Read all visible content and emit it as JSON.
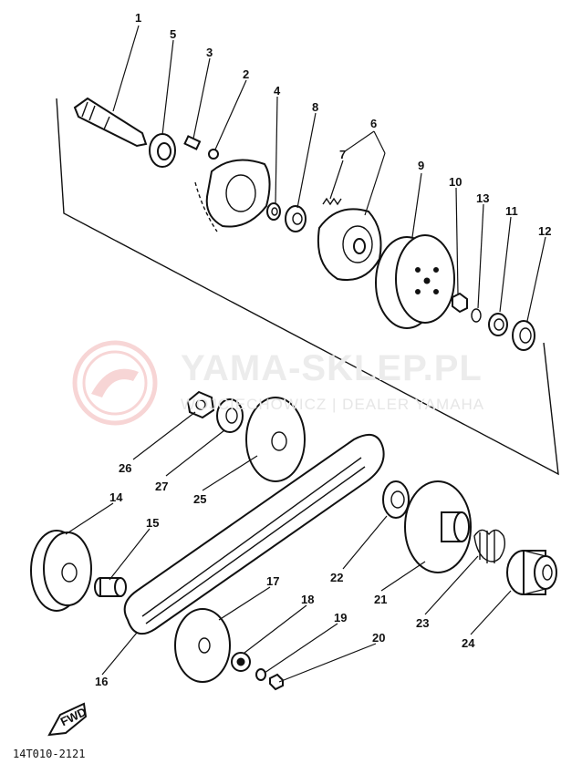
{
  "watermark": {
    "brand_title": "YAMA-SKLEP.PL",
    "brand_subtitle": "WOJCIECHOWICZ | DEALER YAMAHA"
  },
  "diagram_code": "14T010-2121",
  "fwd_label": "FWD",
  "callouts": [
    {
      "id": "1",
      "label": "1"
    },
    {
      "id": "2",
      "label": "2"
    },
    {
      "id": "3",
      "label": "3"
    },
    {
      "id": "4",
      "label": "4"
    },
    {
      "id": "5",
      "label": "5"
    },
    {
      "id": "6",
      "label": "6"
    },
    {
      "id": "7",
      "label": "7"
    },
    {
      "id": "8",
      "label": "8"
    },
    {
      "id": "9",
      "label": "9"
    },
    {
      "id": "10",
      "label": "10"
    },
    {
      "id": "11",
      "label": "11"
    },
    {
      "id": "12",
      "label": "12"
    },
    {
      "id": "13",
      "label": "13"
    },
    {
      "id": "14",
      "label": "14"
    },
    {
      "id": "15",
      "label": "15"
    },
    {
      "id": "16",
      "label": "16"
    },
    {
      "id": "17",
      "label": "17"
    },
    {
      "id": "18",
      "label": "18"
    },
    {
      "id": "19",
      "label": "19"
    },
    {
      "id": "20",
      "label": "20"
    },
    {
      "id": "21",
      "label": "21"
    },
    {
      "id": "22",
      "label": "22"
    },
    {
      "id": "23",
      "label": "23"
    },
    {
      "id": "24",
      "label": "24"
    },
    {
      "id": "25",
      "label": "25"
    },
    {
      "id": "26",
      "label": "26"
    },
    {
      "id": "27",
      "label": "27"
    }
  ]
}
